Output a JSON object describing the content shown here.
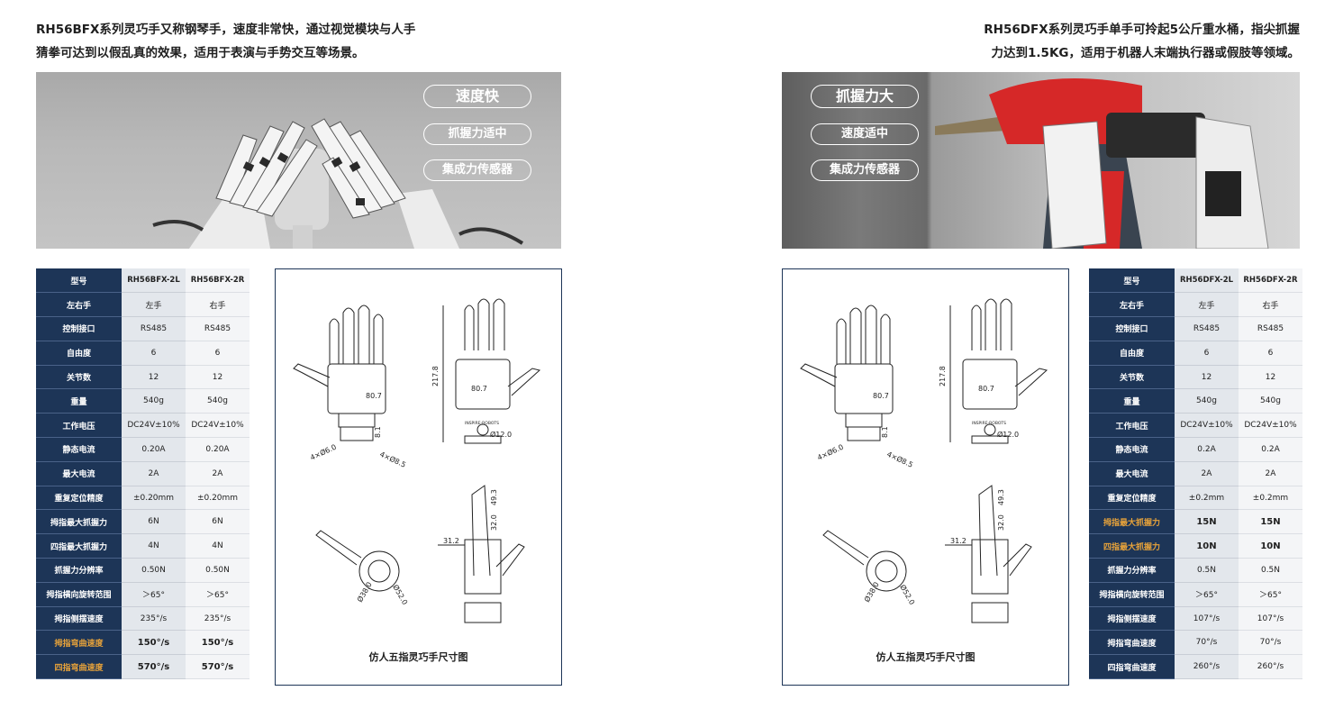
{
  "left": {
    "intro_line1": "RH56BFX系列灵巧手又称钢琴手，速度非常快，通过视觉模块与人手",
    "intro_line2": "猜拳可达到以假乱真的效果，适用于表演与手势交互等场景。",
    "pills": [
      "速度快",
      "抓握力适中",
      "集成力传感器"
    ],
    "caption": "仿人五指灵巧手尺寸图",
    "spec": {
      "rows": [
        {
          "label": "型号",
          "v1": "RH56BFX-2L",
          "v2": "RH56BFX-2R"
        },
        {
          "label": "左右手",
          "v1": "左手",
          "v2": "右手"
        },
        {
          "label": "控制接口",
          "v1": "RS485",
          "v2": "RS485"
        },
        {
          "label": "自由度",
          "v1": "6",
          "v2": "6"
        },
        {
          "label": "关节数",
          "v1": "12",
          "v2": "12"
        },
        {
          "label": "重量",
          "v1": "540g",
          "v2": "540g"
        },
        {
          "label": "工作电压",
          "v1": "DC24V±10%",
          "v2": "DC24V±10%"
        },
        {
          "label": "静态电流",
          "v1": "0.20A",
          "v2": "0.20A"
        },
        {
          "label": "最大电流",
          "v1": "2A",
          "v2": "2A"
        },
        {
          "label": "重复定位精度",
          "v1": "±0.20mm",
          "v2": "±0.20mm"
        },
        {
          "label": "拇指最大抓握力",
          "v1": "6N",
          "v2": "6N"
        },
        {
          "label": "四指最大抓握力",
          "v1": "4N",
          "v2": "4N"
        },
        {
          "label": "抓握力分辨率",
          "v1": "0.50N",
          "v2": "0.50N"
        },
        {
          "label": "拇指横向旋转范围",
          "v1": "＞65°",
          "v2": "＞65°"
        },
        {
          "label": "拇指侧摆速度",
          "v1": "235°/s",
          "v2": "235°/s"
        },
        {
          "label": "拇指弯曲速度",
          "v1": "150°/s",
          "v2": "150°/s"
        },
        {
          "label": "四指弯曲速度",
          "v1": "570°/s",
          "v2": "570°/s"
        }
      ]
    }
  },
  "right": {
    "intro_line1": "RH56DFX系列灵巧手单手可拎起5公斤重水桶，指尖抓握",
    "intro_line2": "力达到1.5KG，适用于机器人末端执行器或假肢等领域。",
    "pills": [
      "抓握力大",
      "速度适中",
      "集成力传感器"
    ],
    "caption": "仿人五指灵巧手尺寸图",
    "spec": {
      "rows": [
        {
          "label": "型号",
          "v1": "RH56DFX-2L",
          "v2": "RH56DFX-2R"
        },
        {
          "label": "左右手",
          "v1": "左手",
          "v2": "右手"
        },
        {
          "label": "控制接口",
          "v1": "RS485",
          "v2": "RS485"
        },
        {
          "label": "自由度",
          "v1": "6",
          "v2": "6"
        },
        {
          "label": "关节数",
          "v1": "12",
          "v2": "12"
        },
        {
          "label": "重量",
          "v1": "540g",
          "v2": "540g"
        },
        {
          "label": "工作电压",
          "v1": "DC24V±10%",
          "v2": "DC24V±10%"
        },
        {
          "label": "静态电流",
          "v1": "0.2A",
          "v2": "0.2A"
        },
        {
          "label": "最大电流",
          "v1": "2A",
          "v2": "2A"
        },
        {
          "label": "重复定位精度",
          "v1": "±0.2mm",
          "v2": "±0.2mm"
        },
        {
          "label": "拇指最大抓握力",
          "v1": "15N",
          "v2": "15N"
        },
        {
          "label": "四指最大抓握力",
          "v1": "10N",
          "v2": "10N"
        },
        {
          "label": "抓握力分辨率",
          "v1": "0.5N",
          "v2": "0.5N"
        },
        {
          "label": "拇指横向旋转范围",
          "v1": "＞65°",
          "v2": "＞65°"
        },
        {
          "label": "拇指侧摆速度",
          "v1": "107°/s",
          "v2": "107°/s"
        },
        {
          "label": "拇指弯曲速度",
          "v1": "70°/s",
          "v2": "70°/s"
        },
        {
          "label": "四指弯曲速度",
          "v1": "260°/s",
          "v2": "260°/s"
        }
      ]
    }
  },
  "dims": {
    "height": "217.8",
    "width": "80.7",
    "dia12": "Ø12.0",
    "hole1": "4×Ø6.0",
    "hole2": "4×Ø8.5",
    "base": "8.1",
    "d49": "49.3",
    "d32": "32.0",
    "d31": "31.2",
    "dia38": "Ø38.0",
    "dia52": "Ø52.0",
    "brand": "INSPIRE-ROBOTS"
  },
  "colors": {
    "navy": "#1d3557",
    "highlight": "#e8a33a"
  }
}
